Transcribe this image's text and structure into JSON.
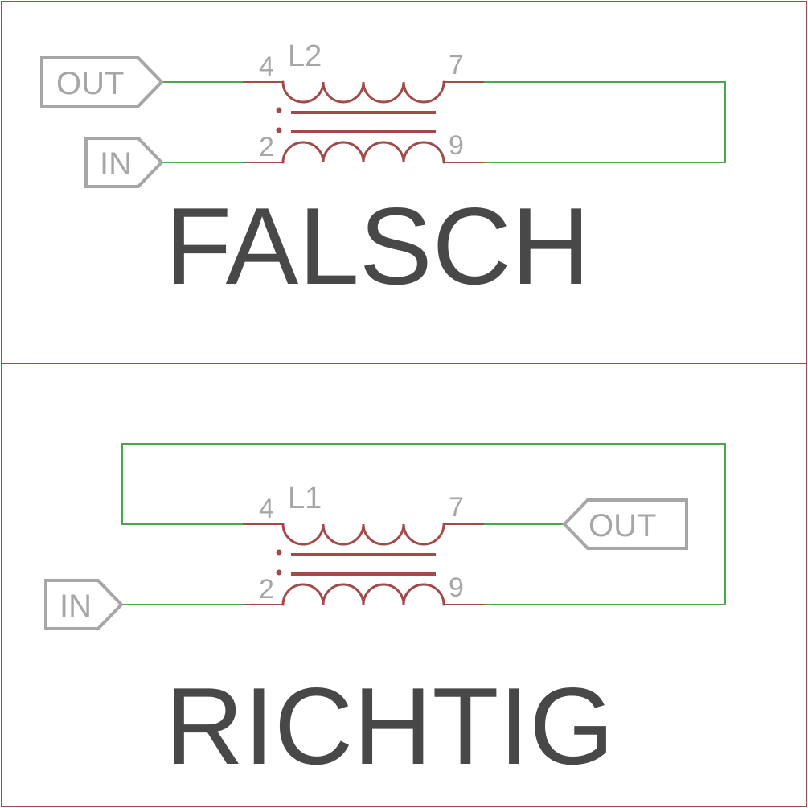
{
  "top_panel": {
    "caption": "FALSCH",
    "component": {
      "ref": "L2",
      "pin_tl": "4",
      "pin_tr": "7",
      "pin_bl": "2",
      "pin_br": "9"
    },
    "port_out": "OUT",
    "port_in": "IN"
  },
  "bottom_panel": {
    "caption": "RICHTIG",
    "component": {
      "ref": "L1",
      "pin_tl": "4",
      "pin_tr": "7",
      "pin_bl": "2",
      "pin_br": "9"
    },
    "port_out": "OUT",
    "port_in": "IN"
  },
  "colors": {
    "frame": "#a04a4a",
    "wire": "#4aa84a",
    "label_grey": "#a6a6a6",
    "caption": "#484848"
  }
}
